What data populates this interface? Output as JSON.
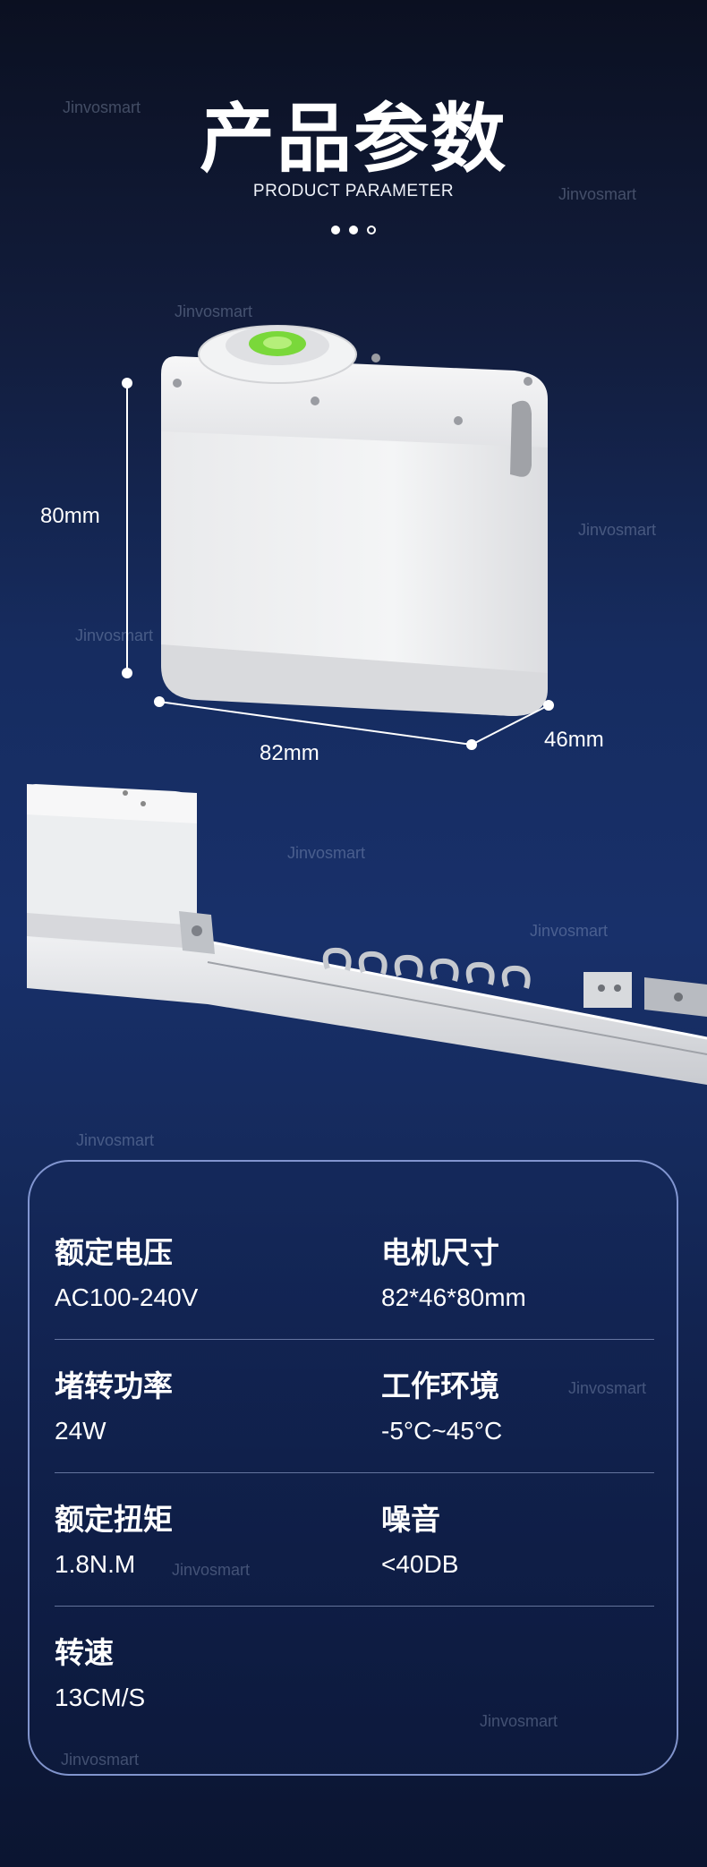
{
  "header": {
    "title": "产品参数",
    "subtitle": "PRODUCT PARAMETER"
  },
  "watermark": "Jinvosmart",
  "dimensions": {
    "height": "80mm",
    "width": "82mm",
    "depth": "46mm"
  },
  "params": {
    "rated_voltage": {
      "label": "额定电压",
      "value": "AC100-240V"
    },
    "motor_size": {
      "label": "电机尺寸",
      "value": "82*46*80mm"
    },
    "stall_power": {
      "label": "堵转功率",
      "value": "24W"
    },
    "environment": {
      "label": "工作环境",
      "value": "-5°C~45°C"
    },
    "rated_torque": {
      "label": "额定扭矩",
      "value": "1.8N.M"
    },
    "noise": {
      "label": "噪音",
      "value": "<40DB"
    },
    "speed": {
      "label": "转速",
      "value": "13CM/S"
    }
  },
  "colors": {
    "accent_green": "#7ad83a",
    "panel_border": "#96aae6",
    "background_top": "#0b1021",
    "background_mid": "#18306a"
  },
  "icons": [
    "motor-product-image",
    "curtain-track-image",
    "carousel-dots"
  ]
}
